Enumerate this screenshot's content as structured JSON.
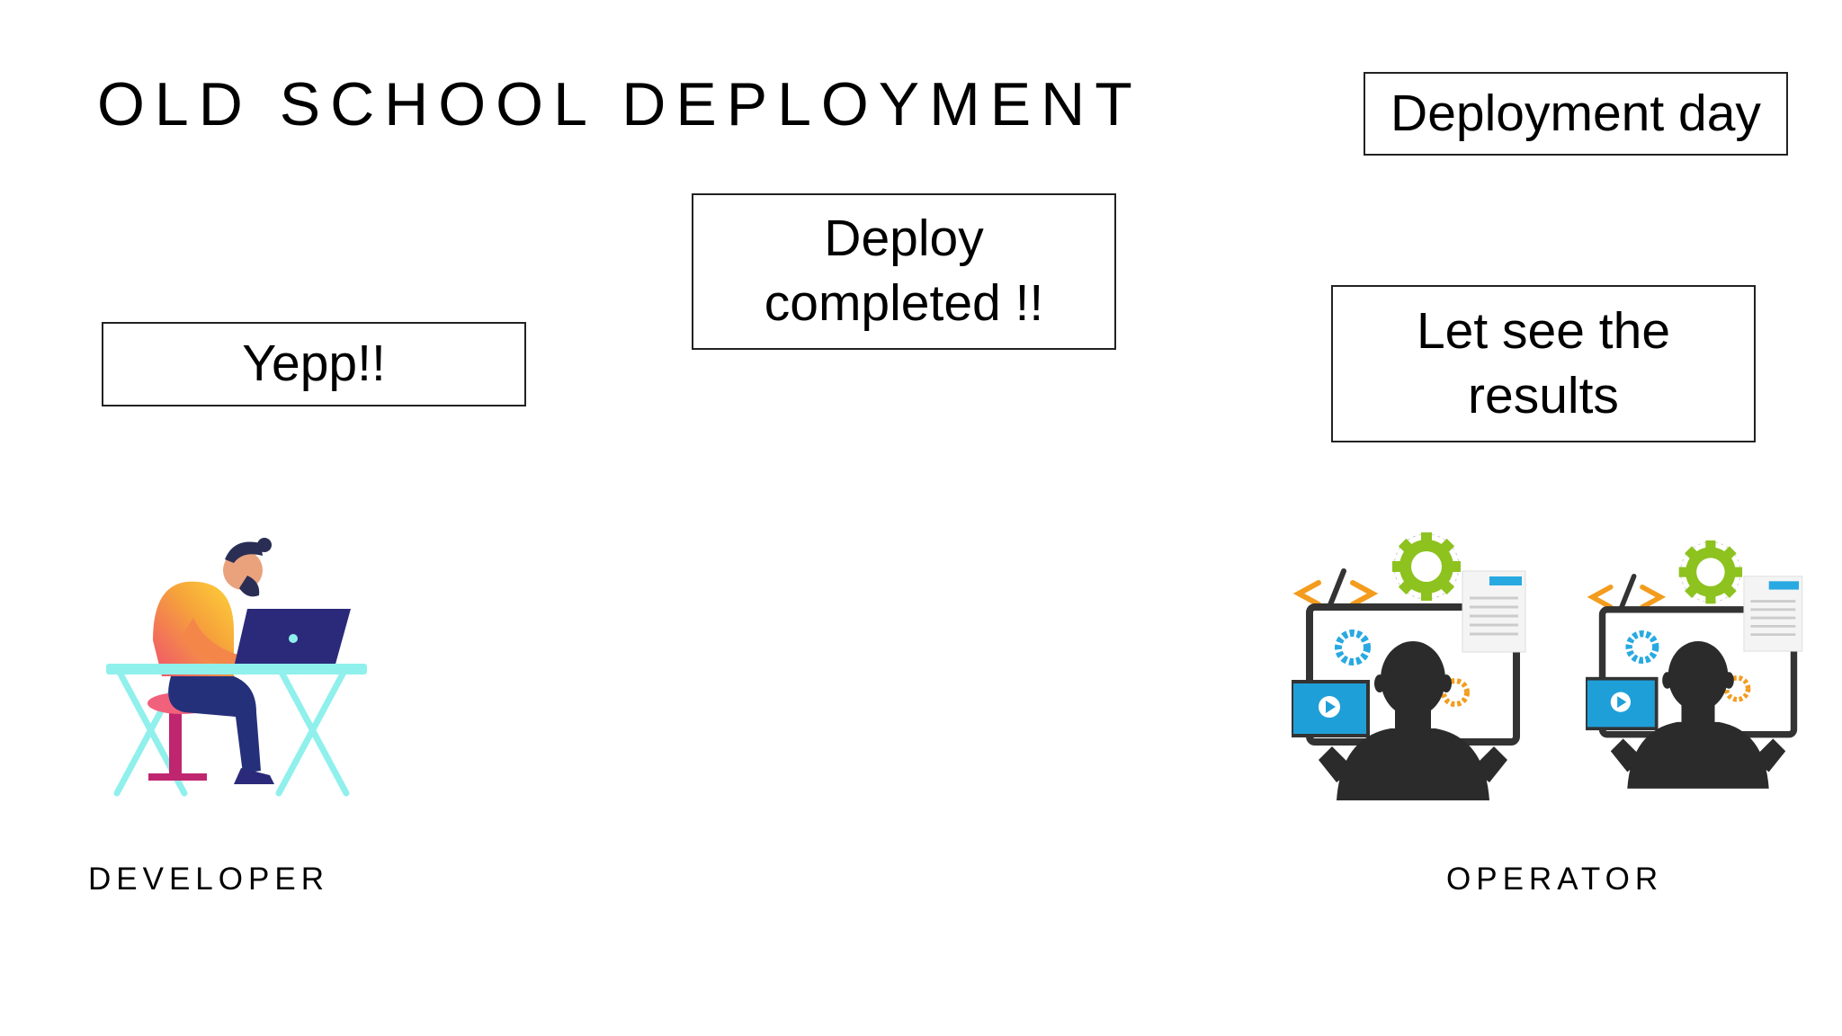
{
  "slide": {
    "title": "OLD SCHOOL DEPLOYMENT",
    "callouts": {
      "deployment_day": "Deployment day",
      "deploy_completed": "Deploy\ncompleted !!",
      "yepp": "Yepp!!",
      "results": "Let see the\nresults"
    },
    "roles": {
      "developer": "DEVELOPER",
      "operator": "OPERATOR"
    }
  },
  "illustrations": {
    "developer": "developer-at-laptop-illustration",
    "operator": "operator-at-monitor-illustration",
    "icons": [
      "code-brackets-icon",
      "gear-icon",
      "html-document-icon",
      "video-player-icon"
    ]
  },
  "colors": {
    "desk": "#8ff0ec",
    "laptop": "#2b2a7a",
    "gear_green": "#8dc21f",
    "gear_blue": "#29a9e1",
    "gear_orange": "#f39c1d",
    "operator_dark": "#2b2b2b",
    "screen_blue": "#1f9fd8"
  }
}
